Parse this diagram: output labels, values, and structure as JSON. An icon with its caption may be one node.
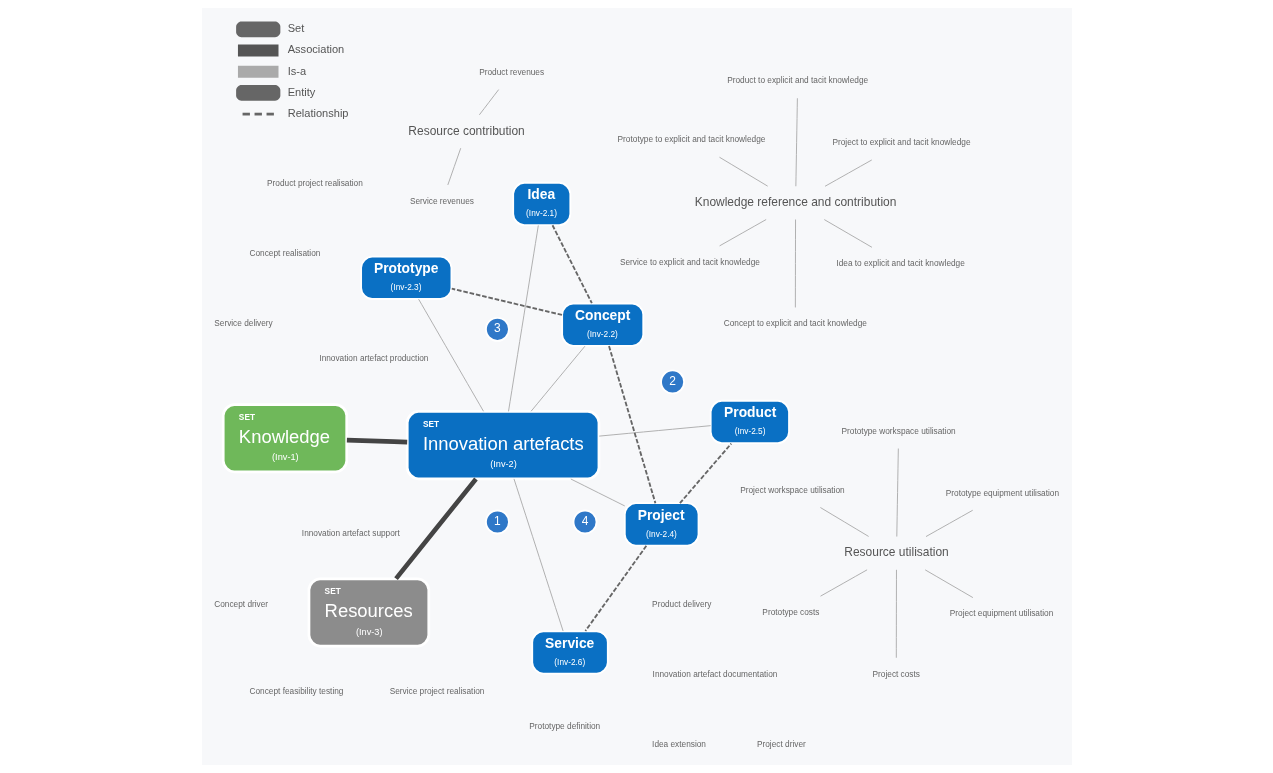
{
  "diagram": {
    "nodes": [
      {
        "text": [
          "SET",
          "Knowledge",
          "(Inv-1)"
        ]
      },
      {
        "text": [
          "SET",
          "Innovation artefacts",
          "(Inv-2)"
        ]
      },
      {
        "text": [
          "SET",
          "Resources",
          "(Inv-3)"
        ]
      },
      {
        "text": [
          "Idea",
          "(Inv-2.1)"
        ]
      },
      {
        "text": [
          "Concept",
          "(Inv-2.2)"
        ]
      },
      {
        "text": [
          "Prototype",
          "(Inv-2.3)"
        ]
      },
      {
        "text": [
          "Project",
          "(Inv-2.4)"
        ]
      },
      {
        "text": [
          "Product",
          "(Inv-2.5)"
        ]
      },
      {
        "text": [
          "Service",
          "(Inv-2.6)"
        ]
      },
      {
        "text": [
          "Knowledge reference and contribution"
        ]
      },
      {
        "text": [
          "Idea to explicit and tacit knowledge"
        ]
      },
      {
        "text": [
          "Concept to explicit and tacit knowledge"
        ]
      },
      {
        "text": [
          "Prototype to explicit and tacit knowledge"
        ]
      },
      {
        "text": [
          "Project to explicit and tacit knowledge"
        ]
      },
      {
        "text": [
          "Product to explicit and tacit knowledge"
        ]
      },
      {
        "text": [
          "Service to explicit and tacit knowledge"
        ]
      },
      {
        "text": [
          "Resource contribution"
        ]
      },
      {
        "text": [
          "Product revenues"
        ]
      },
      {
        "text": [
          "Service revenues"
        ]
      },
      {
        "text": [
          "Resource utilisation"
        ]
      },
      {
        "text": [
          "Project equipment utilisation"
        ]
      },
      {
        "text": [
          "Project costs"
        ]
      },
      {
        "text": [
          "Project workspace utilisation"
        ]
      },
      {
        "text": [
          "Prototype equipment utilisation"
        ]
      },
      {
        "text": [
          "Prototype workspace utilisation"
        ]
      },
      {
        "text": [
          "Prototype costs"
        ]
      }
    ],
    "edges": [
      {
        "from": 0,
        "to": 1,
        "arrow": "none",
        "style": "thick",
        "color": "#444444"
      },
      {
        "from": 2,
        "to": 1,
        "arrow": "none",
        "style": "thick",
        "color": "#444444"
      },
      {
        "from": 1,
        "to": 3,
        "arrow": "none"
      },
      {
        "from": 1,
        "to": 4,
        "arrow": "none"
      },
      {
        "from": 1,
        "to": 5,
        "arrow": "none"
      },
      {
        "from": 1,
        "to": 6,
        "arrow": "none"
      },
      {
        "from": 1,
        "to": 7,
        "arrow": "none"
      },
      {
        "from": 1,
        "to": 8,
        "arrow": "none"
      },
      {
        "from": 3,
        "to": 4,
        "arrow": "none",
        "style": "dashed"
      },
      {
        "from": 4,
        "to": 6,
        "arrow": "none",
        "style": "dashed"
      },
      {
        "from": 4,
        "to": 5,
        "arrow": "none",
        "style": "dashed"
      },
      {
        "from": 6,
        "to": 7,
        "arrow": "none",
        "style": "dashed"
      },
      {
        "from": 6,
        "to": 8,
        "arrow": "none",
        "style": "dashed"
      },
      {
        "from": 9,
        "to": 10,
        "arrow": "none"
      },
      {
        "from": 9,
        "to": 11,
        "arrow": "none"
      },
      {
        "from": 9,
        "to": 12,
        "arrow": "none"
      },
      {
        "from": 9,
        "to": 13,
        "arrow": "none"
      },
      {
        "from": 9,
        "to": 14,
        "arrow": "none"
      },
      {
        "from": 9,
        "to": 15,
        "arrow": "none"
      },
      {
        "from": 16,
        "to": 17,
        "arrow": "none"
      },
      {
        "from": 16,
        "to": 18,
        "arrow": "none"
      },
      {
        "from": 19,
        "to": 20,
        "arrow": "none"
      },
      {
        "from": 19,
        "to": 21,
        "arrow": "none"
      },
      {
        "from": 19,
        "to": 22,
        "arrow": "none"
      },
      {
        "from": 19,
        "to": 23,
        "arrow": "none"
      },
      {
        "from": 19,
        "to": 24,
        "arrow": "none"
      },
      {
        "from": 19,
        "to": 25,
        "arrow": "none"
      }
    ],
    "labels": [
      "Innovation artefact production",
      "Innovation artefact documentation",
      "3",
      "4",
      "1",
      "Innovation artefact support",
      "Concept driver",
      "Idea extension",
      "Concept realisation",
      "Project driver",
      "Product delivery",
      "Product project realisation",
      "Concept feasibility testing",
      "Service project realisation",
      "2",
      "Prototype definition",
      "Service delivery"
    ],
    "legend": [
      {
        "text": "Set"
      },
      {
        "text": "Association"
      },
      {
        "text": "Is-a"
      },
      {
        "text": "Entity"
      },
      {
        "text": "Relationship"
      }
    ]
  }
}
